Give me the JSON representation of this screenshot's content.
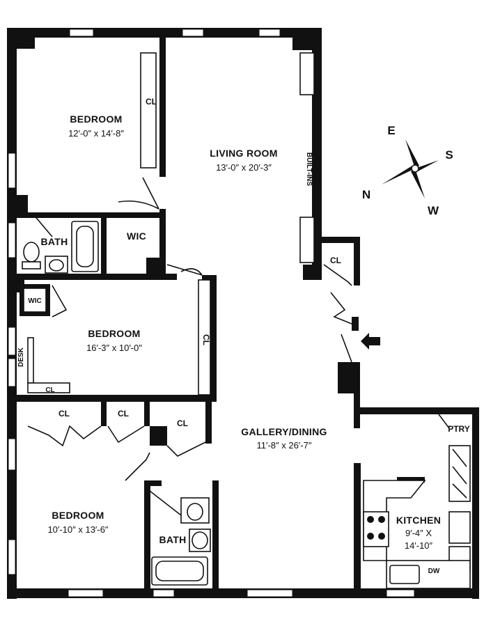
{
  "rooms": {
    "bedroom1": {
      "name": "BEDROOM",
      "dims": "12′-0″ x 14′-8″"
    },
    "living": {
      "name": "LIVING ROOM",
      "dims": "13′-0″ x 20′-3″"
    },
    "bath1": {
      "name": "BATH"
    },
    "wic1": {
      "name": "WIC"
    },
    "bedroom2": {
      "name": "BEDROOM",
      "dims": "16′-3″ x 10′-0″"
    },
    "bedroom3": {
      "name": "BEDROOM",
      "dims": "10′-10″ x 13′-6″"
    },
    "bath2": {
      "name": "BATH"
    },
    "gallery": {
      "name": "GALLERY/DINING",
      "dims": "11′-8″ x 26′-7″"
    },
    "kitchen": {
      "name": "KITCHEN",
      "dims_line1": "9′-4″ X",
      "dims_line2": "14′-10″"
    }
  },
  "labels": {
    "cl": "CL",
    "builtins": "BUILT-INS",
    "wic_small": "WIC",
    "desk": "DESK",
    "ptry": "PTRY",
    "dw": "DW"
  },
  "compass": {
    "n": "N",
    "e": "E",
    "s": "S",
    "w": "W"
  }
}
